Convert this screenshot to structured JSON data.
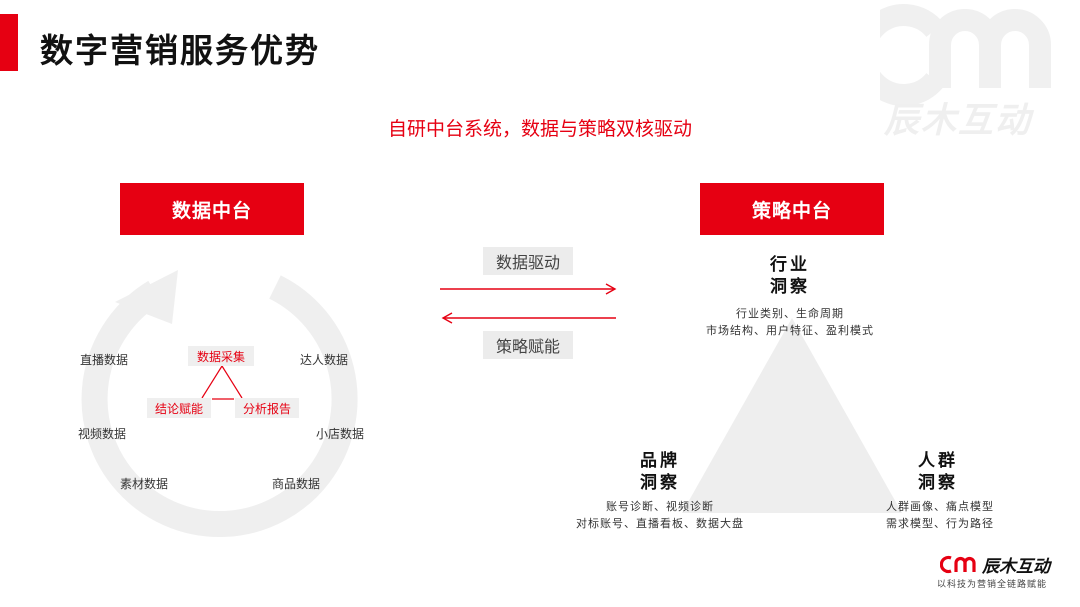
{
  "header": {
    "title": "数字营销服务优势"
  },
  "watermark": {
    "text": "辰木互动"
  },
  "subtitle": "自研中台系统，数据与策略双核驱动",
  "data_center": {
    "title": "数据中台",
    "cycle_labels": {
      "live": "直播数据",
      "influencer": "达人数据",
      "video": "视频数据",
      "shop": "小店数据",
      "material": "素材数据",
      "product": "商品数据"
    },
    "core": {
      "collect": "数据采集",
      "conclude": "结论赋能",
      "analyze": "分析报告"
    }
  },
  "connectors": {
    "forward": "数据驱动",
    "backward": "策略赋能"
  },
  "strategy_center": {
    "title": "策略中台",
    "industry": {
      "title_line1": "行业",
      "title_line2": "洞察",
      "desc_line1": "行业类别、生命周期",
      "desc_line2": "市场结构、用户特征、盈利模式"
    },
    "brand": {
      "title_line1": "品牌",
      "title_line2": "洞察",
      "desc_line1": "账号诊断、视频诊断",
      "desc_line2": "对标账号、直播看板、数据大盘"
    },
    "crowd": {
      "title_line1": "人群",
      "title_line2": "洞察",
      "desc_line1": "人群画像、痛点模型",
      "desc_line2": "需求模型、行为路径"
    }
  },
  "logo": {
    "name": "辰木互动",
    "slogan": "以科技为营销全链路赋能"
  },
  "colors": {
    "accent": "#e60012",
    "gray_block": "#ececec",
    "triangle": "#eeeeee"
  }
}
